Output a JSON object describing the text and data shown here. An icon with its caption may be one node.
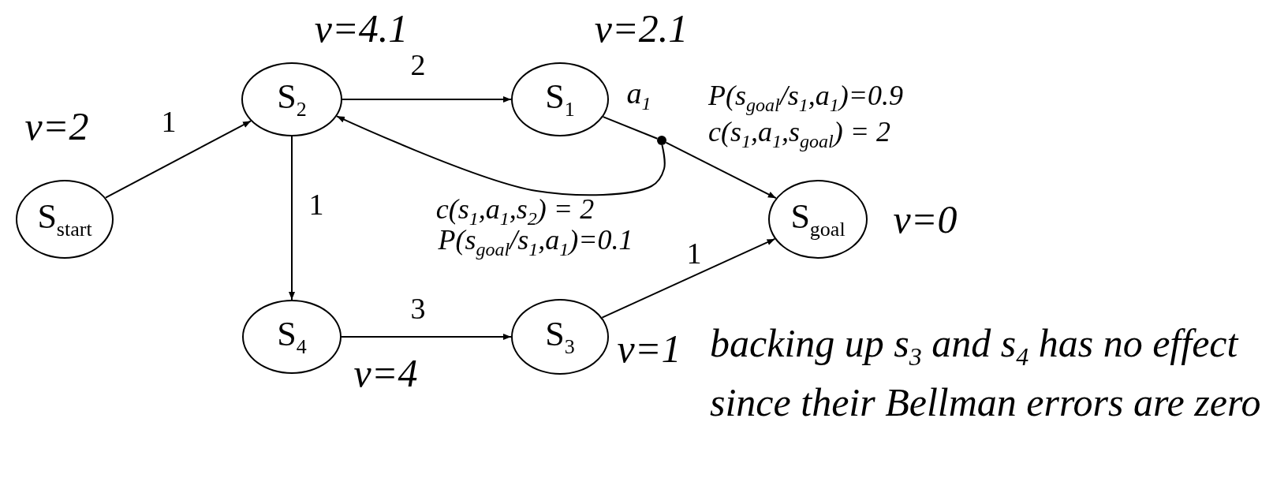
{
  "diagram": {
    "nodes": [
      {
        "text": [
          "S$_{start}$"
        ],
        "beside": [
          "v=2"
        ]
      },
      {
        "text": [
          "S$_{2}$"
        ],
        "beside": [
          "v=4.1"
        ]
      },
      {
        "text": [
          "S$_{1}$"
        ],
        "beside": [
          "v=2.1"
        ]
      },
      {
        "text": [
          "S$_{goal}$"
        ],
        "beside": [
          "v=0"
        ]
      },
      {
        "text": [
          "S$_{4}$"
        ],
        "beside": [
          "v=4"
        ]
      },
      {
        "text": [
          "S$_{3}$"
        ],
        "beside": [
          "v=1"
        ]
      },
      {
        "text": [],
        "shape": "circle"
      }
    ],
    "edges": [
      {
        "from": 0,
        "to": 1,
        "arrow": "to",
        "label": "1"
      },
      {
        "from": 1,
        "to": 2,
        "arrow": "to",
        "label": "2"
      },
      {
        "from": 1,
        "to": 4,
        "arrow": "to",
        "label": "1"
      },
      {
        "from": 4,
        "to": 5,
        "arrow": "to",
        "label": "3"
      },
      {
        "from": 5,
        "to": 3,
        "arrow": "to",
        "label": "1"
      },
      {
        "from": 2,
        "to": 6,
        "arrow": "none",
        "label": "a$_{1}$"
      },
      {
        "from": 6,
        "to": 3,
        "arrow": "to"
      },
      {
        "from": 6,
        "to": 1,
        "arrow": "to"
      }
    ],
    "labels": [
      "P(s$_{goal}$/s$_{1}$,a$_{1}$)=0.9",
      "c(s$_{1}$,a$_{1}$,s$_{goal}$) = 2",
      "c(s$_{1}$,a$_{1}$,s$_{2}$) = 2",
      "P(s$_{goal}$/s$_{1}$,a$_{1}$)=0.1",
      "backing up s$_{3}$ and s$_{4}$ has no effect since their Bellman errors are zero"
    ]
  }
}
